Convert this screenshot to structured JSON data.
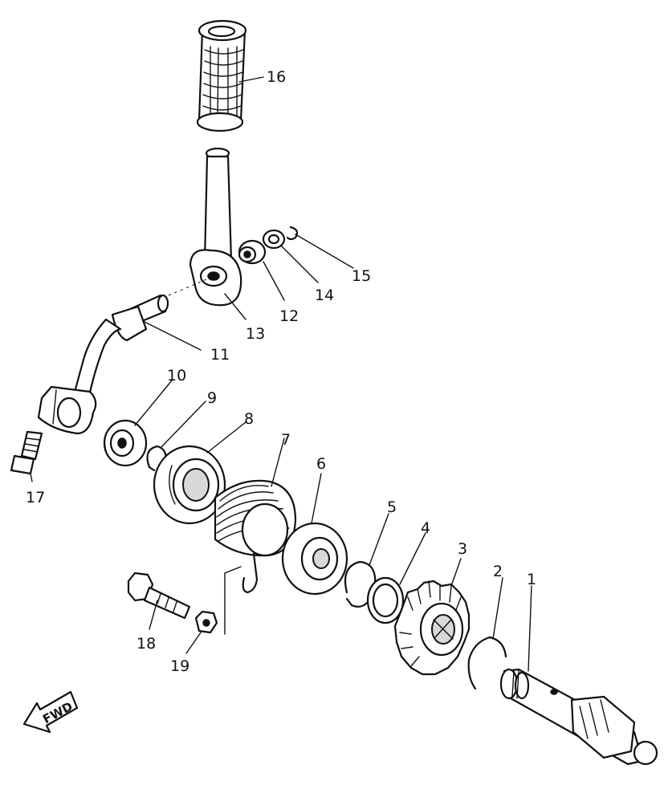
{
  "diagram": {
    "callouts": [
      {
        "id": "c1",
        "text": "1"
      },
      {
        "id": "c2",
        "text": "2"
      },
      {
        "id": "c3",
        "text": "3"
      },
      {
        "id": "c4",
        "text": "4"
      },
      {
        "id": "c5",
        "text": "5"
      },
      {
        "id": "c6",
        "text": "6"
      },
      {
        "id": "c7",
        "text": "7"
      },
      {
        "id": "c8",
        "text": "8"
      },
      {
        "id": "c9",
        "text": "9"
      },
      {
        "id": "c10",
        "text": "10"
      },
      {
        "id": "c11",
        "text": "11"
      },
      {
        "id": "c12",
        "text": "12"
      },
      {
        "id": "c13",
        "text": "13"
      },
      {
        "id": "c14",
        "text": "14"
      },
      {
        "id": "c15",
        "text": "15"
      },
      {
        "id": "c16",
        "text": "16"
      },
      {
        "id": "c17",
        "text": "17"
      },
      {
        "id": "c18",
        "text": "18"
      },
      {
        "id": "c19",
        "text": "19"
      }
    ],
    "direction_arrow": {
      "text": "FWD"
    }
  }
}
